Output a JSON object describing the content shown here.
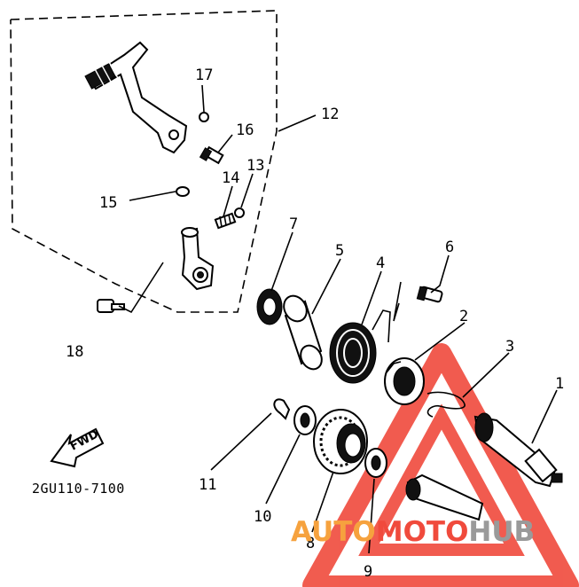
{
  "diagram": {
    "part_code": "2GU110-7100",
    "direction_label": "FWD",
    "callouts": [
      "1",
      "2",
      "3",
      "4",
      "5",
      "6",
      "7",
      "8",
      "9",
      "10",
      "11",
      "12",
      "13",
      "14",
      "15",
      "16",
      "17",
      "18"
    ]
  },
  "watermark": {
    "part1": "AUTO",
    "part2": "MOTO",
    "part3": "HUB",
    "colors": {
      "red": "#f04a3c",
      "orange": "#f6a23e",
      "gray": "#9a9a9a"
    }
  }
}
